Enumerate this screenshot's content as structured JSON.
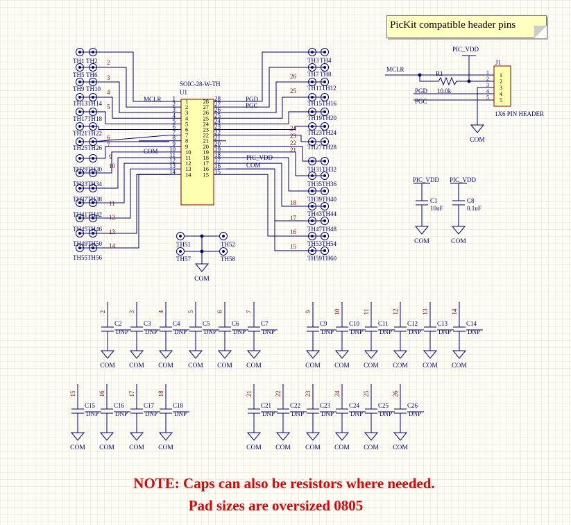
{
  "title_box": "PicKit compatible header pins",
  "notes": [
    "NOTE: Caps can also be resistors where needed.",
    "Pad sizes are oversized 0805"
  ],
  "colors": {
    "wire": "#000080",
    "ref_text": "#000080",
    "pin_num": "#8b0000",
    "note": "#e60000",
    "part": "#8b0000",
    "grid": "#e6e3d4",
    "callout_bg": "#ffffc0"
  },
  "u1": {
    "footprint": "SOIC-28-W-TH",
    "ref": "U1",
    "left_pins": [
      "1",
      "2",
      "3",
      "4",
      "5",
      "6",
      "7",
      "8",
      "9",
      "10",
      "11",
      "12",
      "13",
      "14"
    ],
    "right_pins": [
      "28",
      "27",
      "26",
      "25",
      "24",
      "23",
      "22",
      "21",
      "20",
      "19",
      "18",
      "17",
      "16",
      "15"
    ]
  },
  "net_labels": {
    "mclr": "MCLR",
    "pgd": "PGD",
    "pgc": "PGC",
    "com": "COM",
    "pic_vdd": "PIC_VDD"
  },
  "left_th_labels": [
    "TH1",
    "TH2",
    "TH5",
    "TH6",
    "TH9",
    "TH10",
    "TH13TH14",
    "TH17TH18",
    "TH21TH22",
    "TH25TH26",
    "TH29TH30",
    "TH33TH34",
    "TH37TH38",
    "TH41TH42",
    "TH45TH46",
    "TH49TH50",
    "TH55TH56"
  ],
  "right_th_labels": [
    "TH3",
    "TH4",
    "TH7",
    "TH8",
    "TH11TH12",
    "TH15TH16",
    "TH19TH20",
    "TH23TH24",
    "TH27TH28",
    "TH31TH32",
    "TH35TH36",
    "TH39TH40",
    "TH43TH44",
    "TH47TH48",
    "TH53TH54",
    "TH59TH60"
  ],
  "left_wire_nums": [
    "2",
    "3",
    "4",
    "5",
    "6",
    "7",
    "9",
    "10",
    "11",
    "12",
    "13",
    "14"
  ],
  "right_wire_nums": [
    "26",
    "25",
    "24",
    "23",
    "22",
    "21",
    "18",
    "17",
    "16",
    "15"
  ],
  "center_pads": [
    "TH51",
    "TH52",
    "TH57",
    "TH58"
  ],
  "j1": {
    "ref": "J1",
    "name": "1X6 PIN HEADER",
    "pins": [
      "1",
      "2",
      "3",
      "4",
      "5"
    ],
    "nums": [
      "1",
      "2",
      "3",
      "4",
      "5"
    ]
  },
  "r1": {
    "ref": "R1",
    "value": "10.0k"
  },
  "c1": {
    "ref": "C1",
    "value": "10uF",
    "net": "PIC_VDD"
  },
  "c8": {
    "ref": "C8",
    "value": "0.1uF",
    "net": "PIC_VDD"
  },
  "gnd_label": "COM",
  "dnp_label": "DNP",
  "cap_row1": [
    {
      "net": "2",
      "ref": "C2"
    },
    {
      "net": "3",
      "ref": "C3"
    },
    {
      "net": "4",
      "ref": "C4"
    },
    {
      "net": "5",
      "ref": "C5"
    },
    {
      "net": "6",
      "ref": "C6"
    },
    {
      "net": "7",
      "ref": "C7"
    },
    {
      "net": "9",
      "ref": "C9"
    },
    {
      "net": "10",
      "ref": "C10"
    },
    {
      "net": "11",
      "ref": "C11"
    },
    {
      "net": "12",
      "ref": "C12"
    },
    {
      "net": "13",
      "ref": "C13"
    },
    {
      "net": "14",
      "ref": "C14"
    }
  ],
  "cap_row2": [
    {
      "net": "15",
      "ref": "C15"
    },
    {
      "net": "16",
      "ref": "C16"
    },
    {
      "net": "17",
      "ref": "C17"
    },
    {
      "net": "18",
      "ref": "C18"
    },
    {
      "net": "21",
      "ref": "C21"
    },
    {
      "net": "22",
      "ref": "C22"
    },
    {
      "net": "23",
      "ref": "C23"
    },
    {
      "net": "24",
      "ref": "C24"
    },
    {
      "net": "25",
      "ref": "C25"
    },
    {
      "net": "26",
      "ref": "C26"
    }
  ]
}
